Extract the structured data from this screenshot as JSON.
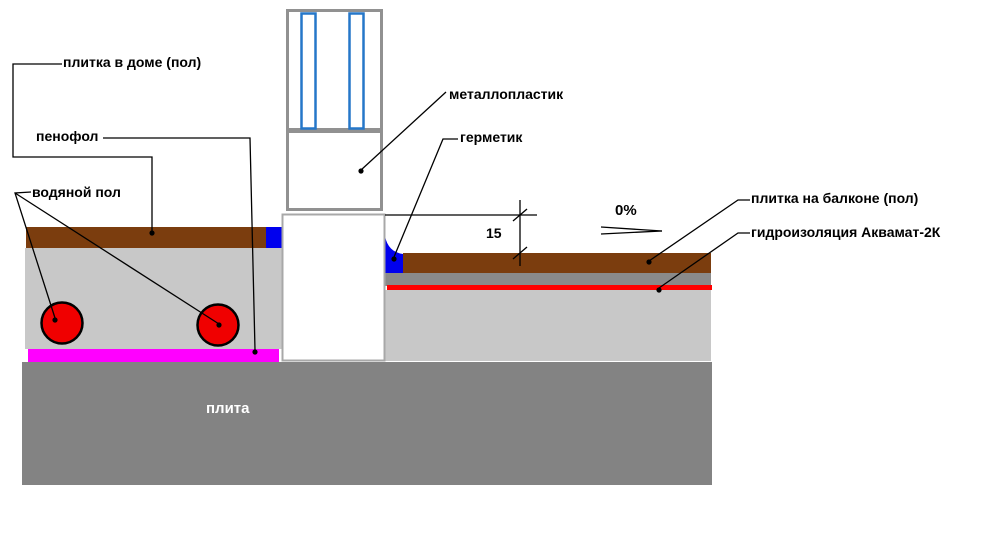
{
  "diagram": {
    "labels": {
      "tile_house": "плитка в доме (пол)",
      "penofol": "пенофол",
      "water_floor": "водяной пол",
      "metal_plastic": "металлопластик",
      "sealant": "герметик",
      "tile_balcony": "плитка на балконе (пол)",
      "waterproofing": "гидроизоляция Аквамат-2К",
      "slab": "плита"
    },
    "annotations": {
      "step_height": "15",
      "slope": "0%"
    },
    "colors": {
      "tile": "#7b3d0e",
      "screed": "#c8c8c8",
      "slab": "#838383",
      "adhesive": "#8a8a8a",
      "penofol": "#ff00ff",
      "pipe": "#f00000",
      "sealant": "#0000ee",
      "waterproof_line": "#ff0000",
      "glass_line": "#2577c9"
    }
  }
}
